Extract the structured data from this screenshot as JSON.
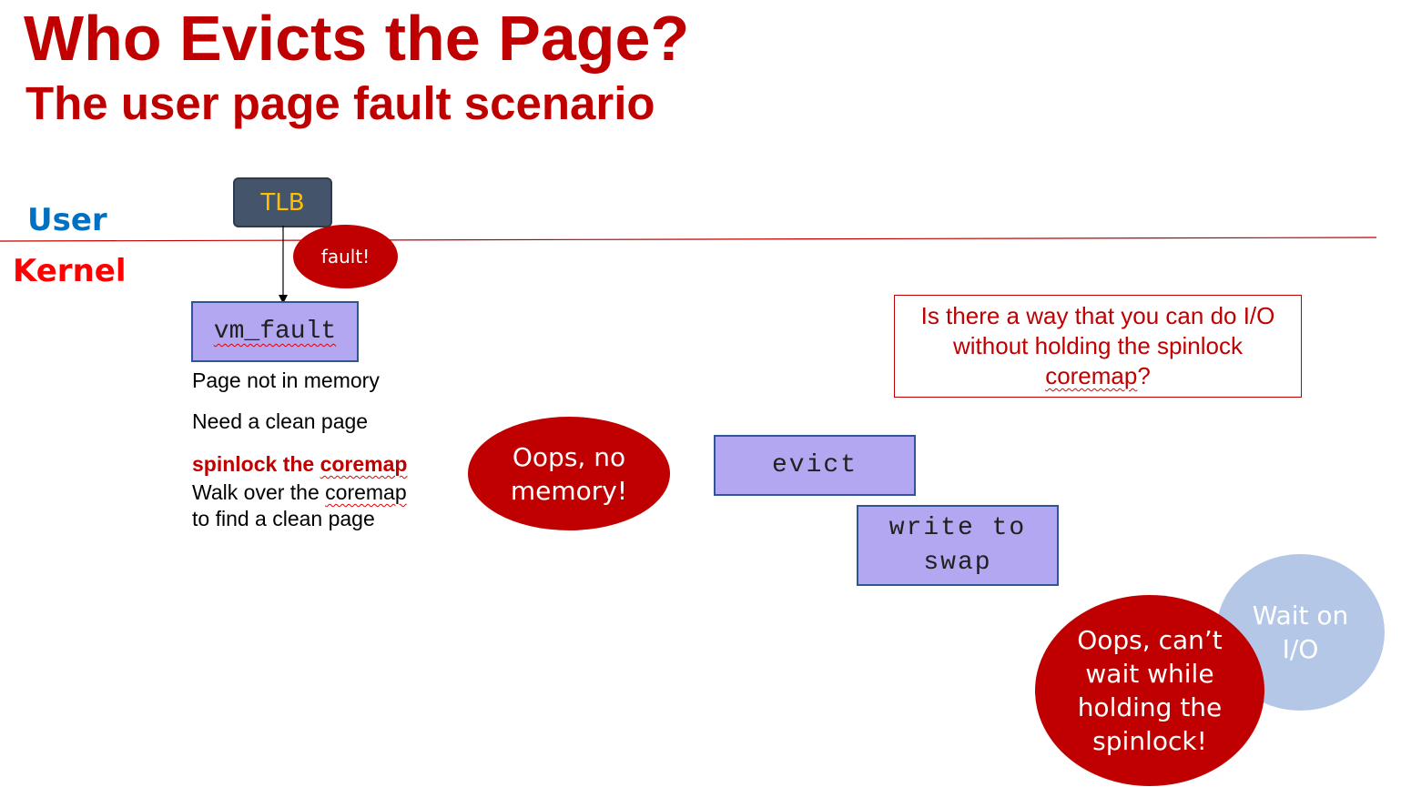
{
  "slide": {
    "title": "Who Evicts the Page?",
    "subtitle": "The user page fault scenario"
  },
  "zones": {
    "user_label": "User",
    "kernel_label": "Kernel"
  },
  "nodes": {
    "tlb": "TLB",
    "fault_bubble": "fault!",
    "vm_fault": "vm_fault",
    "evict": "evict",
    "write_to_swap_line1": "write to",
    "write_to_swap_line2": "swap"
  },
  "notes": {
    "line1": "Page not in memory",
    "line2": "Need a clean page",
    "line3_prefix": "spinlock the ",
    "line3_word": "coremap",
    "line4_prefix": "Walk over  the ",
    "line4_word": "coremap",
    "line5": "to find a clean page"
  },
  "callouts": {
    "oops_no_memory_line1": "Oops, no",
    "oops_no_memory_line2": "memory!",
    "question_line1": "Is there a way that you can do I/O",
    "question_line2": "without holding the spinlock",
    "question_word": "coremap",
    "question_suffix": "?",
    "wait_on_io_line1": "Wait on",
    "wait_on_io_line2": "I/O",
    "oops_spinlock_line1": "Oops, can’t",
    "oops_spinlock_line2": "wait while",
    "oops_spinlock_line3": "holding the",
    "oops_spinlock_line4": "spinlock!"
  },
  "colors": {
    "title": "#c00000",
    "user_label": "#0070c0",
    "kernel_label": "#ff0000",
    "divider": "#c00000",
    "tlb_fill": "#44546a",
    "tlb_text": "#ffc000",
    "code_box_fill": "#b4a7f1",
    "code_box_border": "#2f5597",
    "bubble_red": "#c00000",
    "bubble_blue": "#b4c7e7"
  }
}
